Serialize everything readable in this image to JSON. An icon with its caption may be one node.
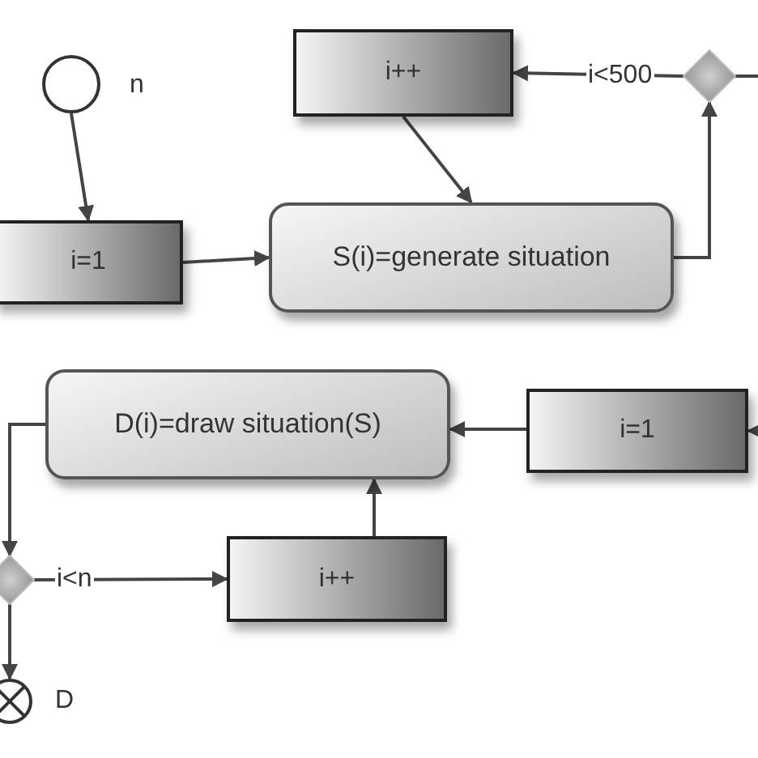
{
  "diagram": {
    "nodes": [
      {
        "text": [],
        "shape": "circle",
        "beside": [
          "n"
        ]
      },
      {
        "text": [
          "i=1"
        ]
      },
      {
        "text": [
          "S(i)=generate situation"
        ]
      },
      {
        "text": [
          "i++"
        ]
      },
      {
        "text": [],
        "shape": "diamond"
      },
      {
        "text": [
          "D(i)=draw situation(S)"
        ]
      },
      {
        "text": [
          "i=1"
        ]
      },
      {
        "text": [
          "i++"
        ]
      },
      {
        "text": [],
        "shape": "diamond"
      },
      {
        "text": [],
        "shape": "circle",
        "beside": [
          "D"
        ]
      }
    ],
    "edges": [
      {
        "from": 0,
        "to": 1,
        "arrow": "to"
      },
      {
        "from": 1,
        "to": 2,
        "arrow": "to"
      },
      {
        "from": 3,
        "to": 2,
        "arrow": "to"
      },
      {
        "from": 2,
        "to": 4,
        "arrow": "to"
      },
      {
        "from": 4,
        "to": 3,
        "arrow": "to",
        "label": "i<500"
      },
      {
        "from": 4,
        "to": null,
        "arrow": "none"
      },
      {
        "from": null,
        "to": 6,
        "arrow": "to"
      },
      {
        "from": 6,
        "to": 5,
        "arrow": "to"
      },
      {
        "from": 5,
        "to": 8,
        "arrow": "to"
      },
      {
        "from": 8,
        "to": 7,
        "arrow": "to",
        "label": "i<n"
      },
      {
        "from": 7,
        "to": 5,
        "arrow": "to"
      },
      {
        "from": 8,
        "to": 9,
        "arrow": "to"
      }
    ]
  }
}
